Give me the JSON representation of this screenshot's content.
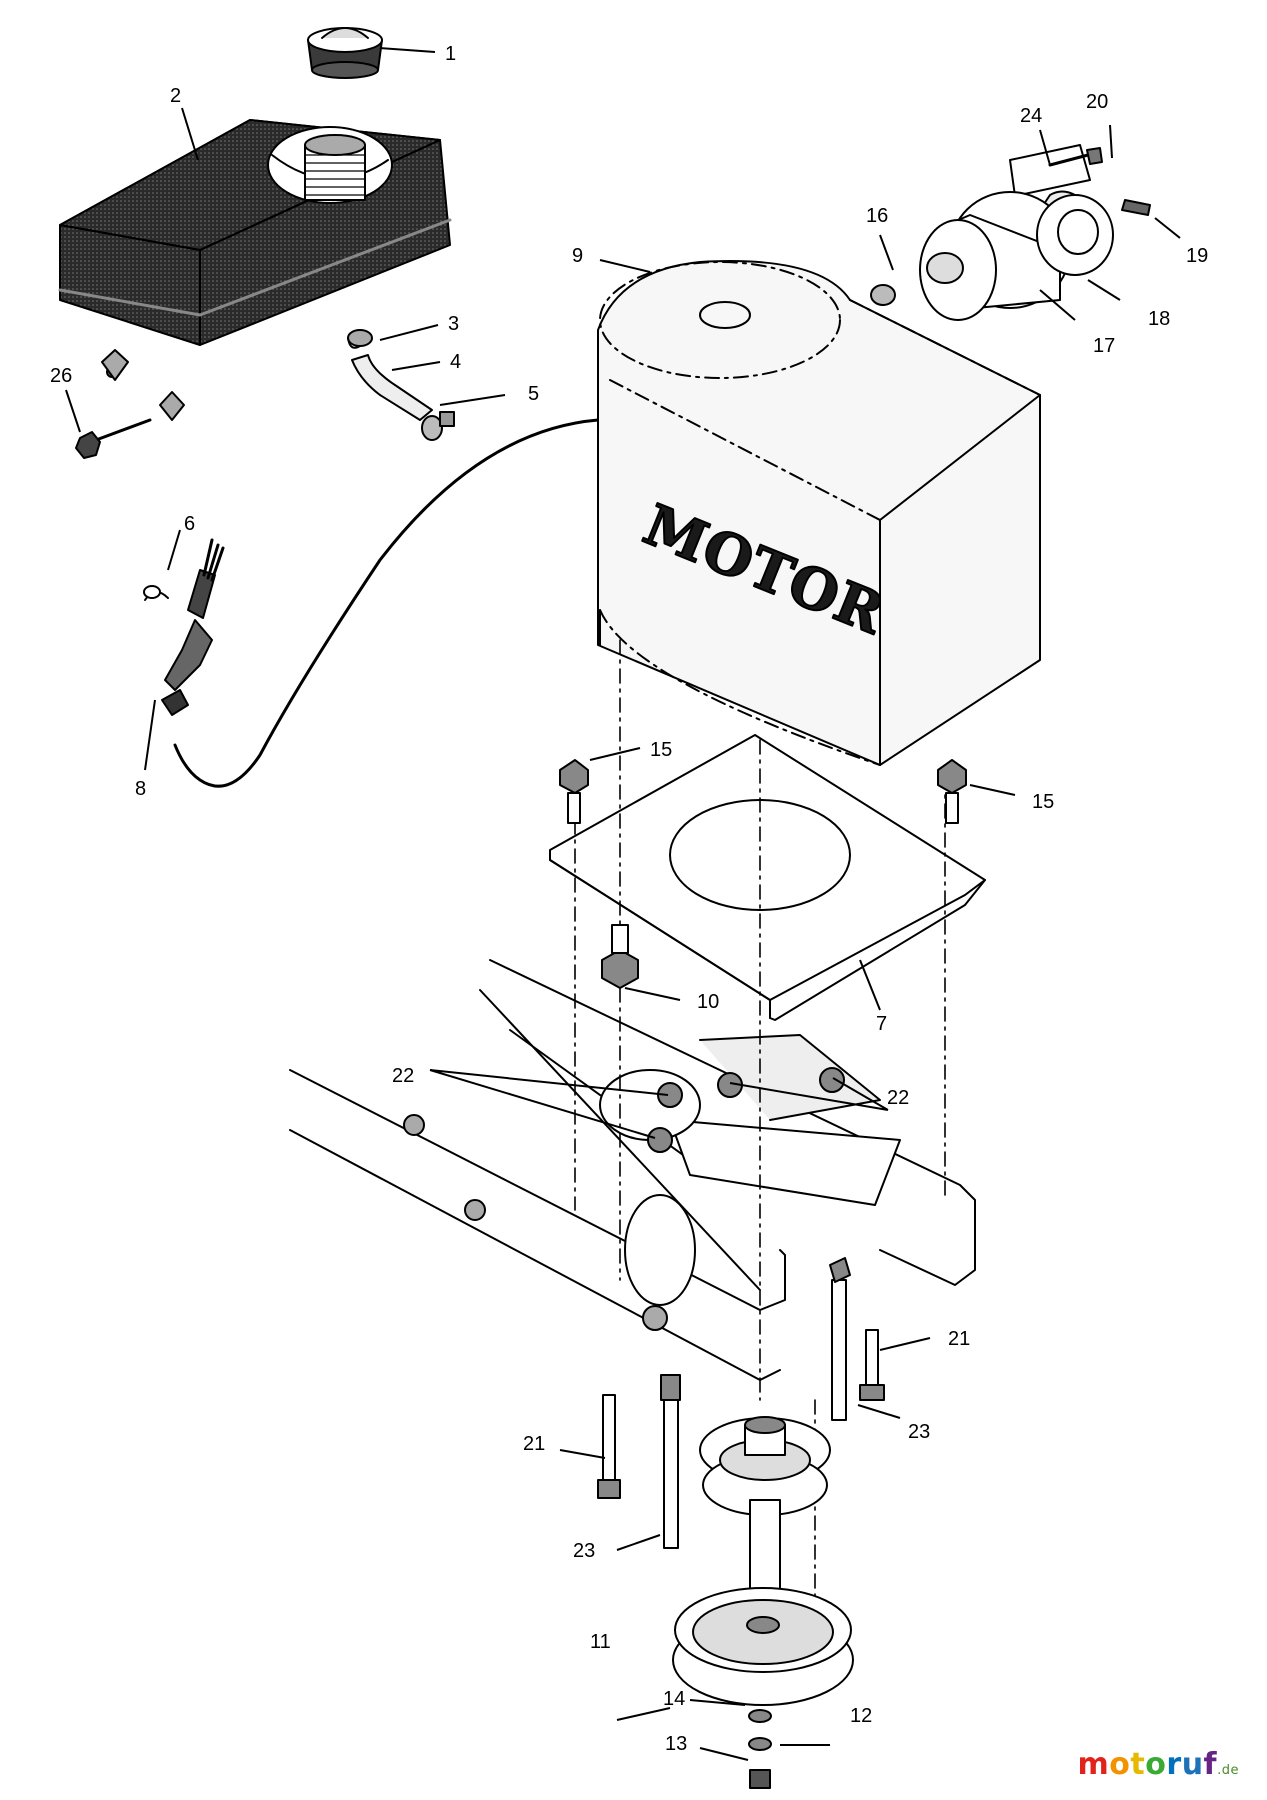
{
  "engine_text": "MOTOR",
  "watermark": {
    "letters": [
      "m",
      "o",
      "t",
      "o",
      "r",
      "u",
      "f"
    ],
    "colors": [
      "#e2231a",
      "#f39200",
      "#ffcc00",
      "#3aaa35",
      "#0072bc",
      "#1d71b8",
      "#662483"
    ],
    "suffix": ".de"
  },
  "callouts": [
    {
      "id": "c1",
      "text": "1"
    },
    {
      "id": "c2",
      "text": "2"
    },
    {
      "id": "c3",
      "text": "3"
    },
    {
      "id": "c4",
      "text": "4"
    },
    {
      "id": "c5",
      "text": "5"
    },
    {
      "id": "c6",
      "text": "6"
    },
    {
      "id": "c7",
      "text": "7"
    },
    {
      "id": "c8",
      "text": "8"
    },
    {
      "id": "c9",
      "text": "9"
    },
    {
      "id": "c10",
      "text": "10"
    },
    {
      "id": "c11",
      "text": "11"
    },
    {
      "id": "c12",
      "text": "12"
    },
    {
      "id": "c13",
      "text": "13"
    },
    {
      "id": "c14",
      "text": "14"
    },
    {
      "id": "c15a",
      "text": "15"
    },
    {
      "id": "c15b",
      "text": "15"
    },
    {
      "id": "c16",
      "text": "16"
    },
    {
      "id": "c17",
      "text": "17"
    },
    {
      "id": "c18",
      "text": "18"
    },
    {
      "id": "c19",
      "text": "19"
    },
    {
      "id": "c20",
      "text": "20"
    },
    {
      "id": "c21a",
      "text": "21"
    },
    {
      "id": "c21b",
      "text": "21"
    },
    {
      "id": "c22a",
      "text": "22"
    },
    {
      "id": "c22b",
      "text": "22"
    },
    {
      "id": "c23a",
      "text": "23"
    },
    {
      "id": "c23b",
      "text": "23"
    },
    {
      "id": "c24",
      "text": "24"
    },
    {
      "id": "c26",
      "text": "26"
    }
  ]
}
